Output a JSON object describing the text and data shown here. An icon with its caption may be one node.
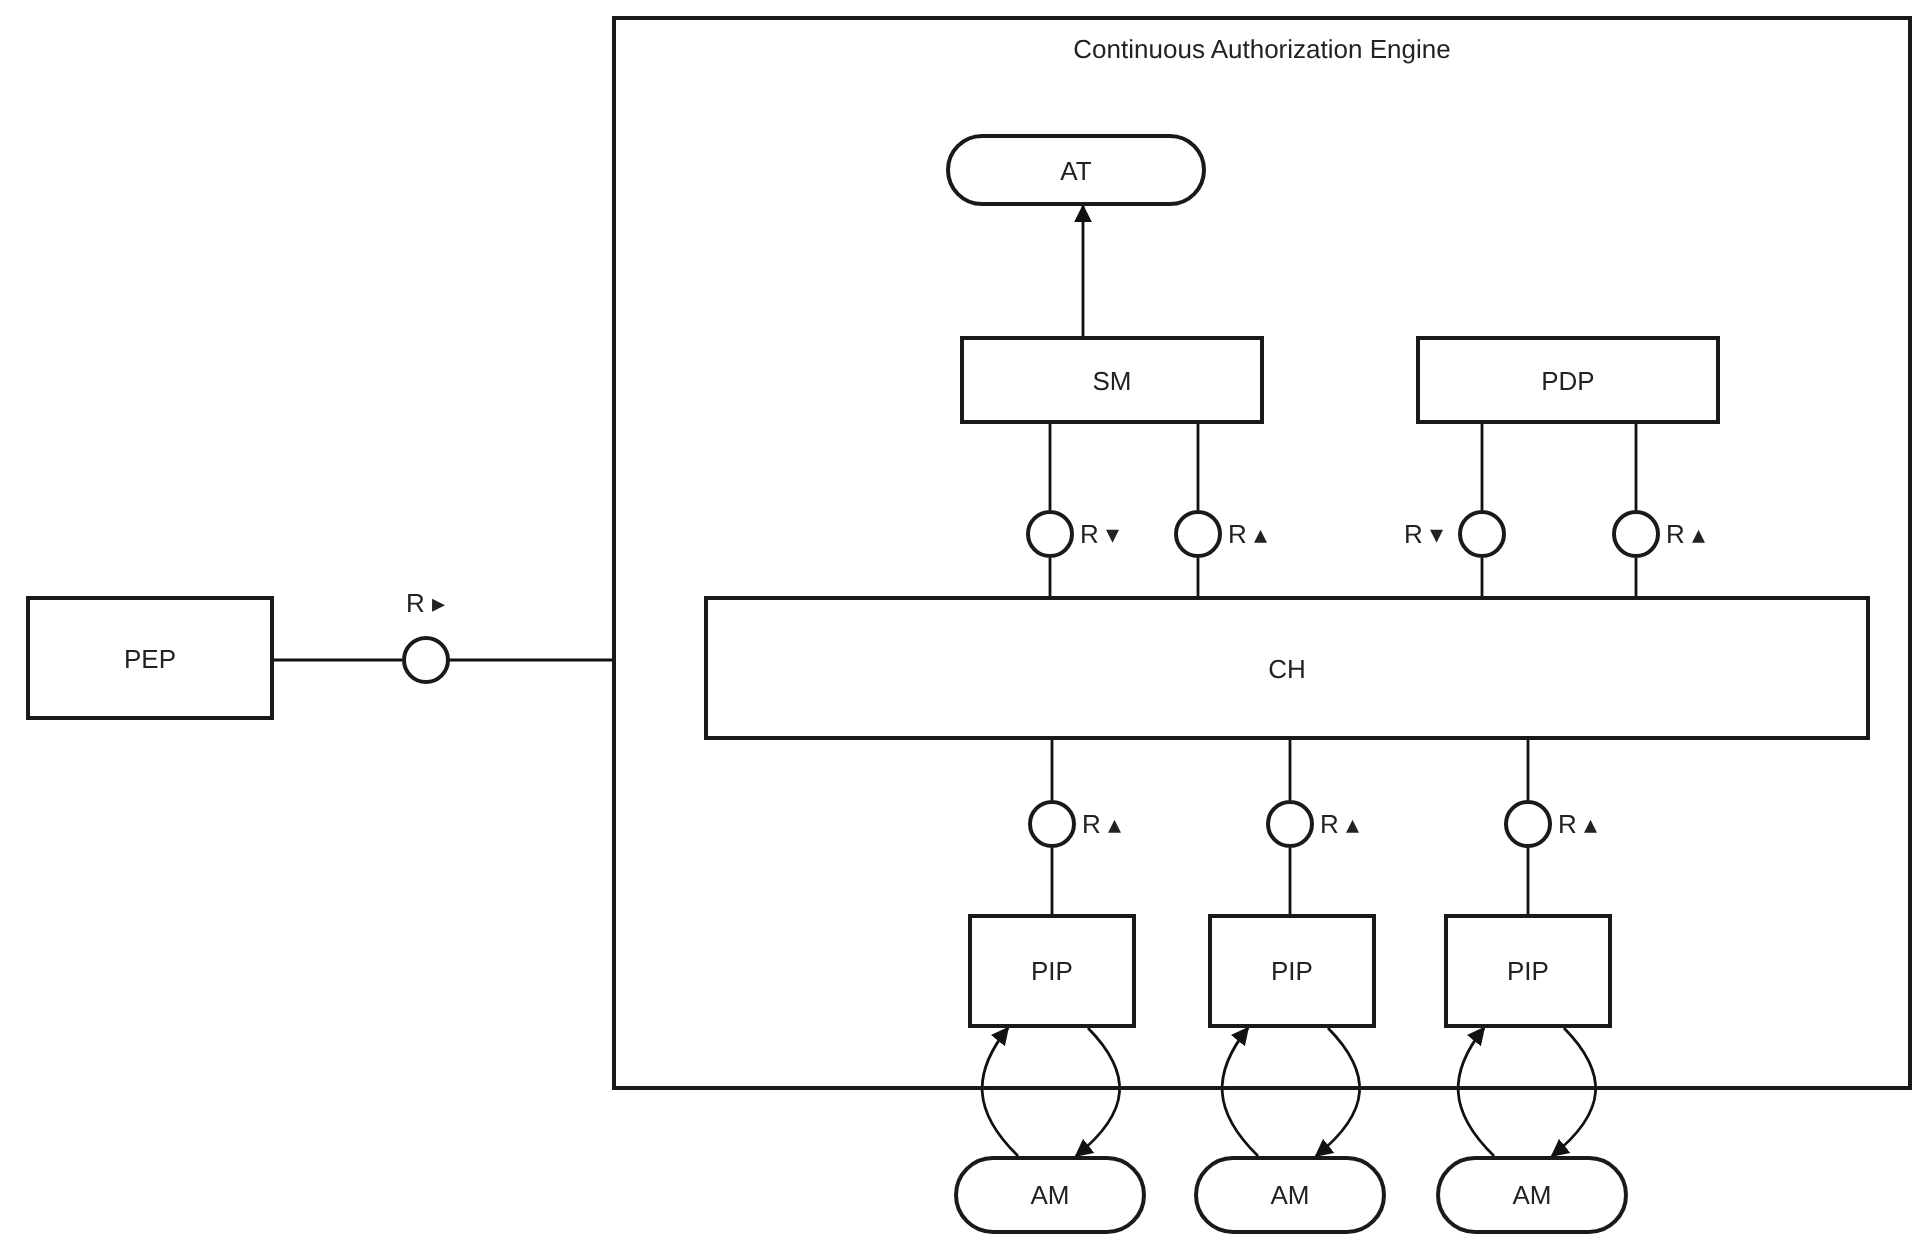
{
  "diagram": {
    "nodes": [
      {
        "text": [
          "Continuous Authorization Engine"
        ]
      },
      {
        "text": [
          "AT"
        ],
        "in": 0
      },
      {
        "text": [
          "SM"
        ],
        "in": 0
      },
      {
        "text": [
          "PDP"
        ],
        "in": 0
      },
      {
        "text": [],
        "shape": "circle",
        "in": 0,
        "beside": [
          "R ▾"
        ]
      },
      {
        "text": [],
        "shape": "circle",
        "in": 0,
        "beside": [
          "R ▴"
        ]
      },
      {
        "text": [],
        "shape": "circle",
        "in": 0,
        "beside": [
          "R ▾"
        ]
      },
      {
        "text": [],
        "shape": "circle",
        "in": 0,
        "beside": [
          "R ▴"
        ]
      },
      {
        "text": [
          "PEP"
        ]
      },
      {
        "text": [],
        "shape": "circle",
        "beside": [
          "R ▸"
        ]
      },
      {
        "text": [
          "CH"
        ],
        "in": 0
      },
      {
        "text": [],
        "shape": "circle",
        "in": 0,
        "beside": [
          "R ▴"
        ]
      },
      {
        "text": [],
        "shape": "circle",
        "in": 0,
        "beside": [
          "R ▴"
        ]
      },
      {
        "text": [],
        "shape": "circle",
        "in": 0,
        "beside": [
          "R ▴"
        ]
      },
      {
        "text": [
          "PIP"
        ],
        "in": 0
      },
      {
        "text": [
          "PIP"
        ],
        "in": 0
      },
      {
        "text": [
          "PIP"
        ],
        "in": 0
      },
      {
        "text": [
          "AM"
        ]
      },
      {
        "text": [
          "AM"
        ]
      },
      {
        "text": [
          "AM"
        ]
      }
    ],
    "edges": [
      {
        "from": 2,
        "to": 1,
        "arrow": "to"
      },
      {
        "from": 2,
        "to": 4,
        "arrow": "none"
      },
      {
        "from": 4,
        "to": 10,
        "arrow": "none"
      },
      {
        "from": 2,
        "to": 5,
        "arrow": "none"
      },
      {
        "from": 5,
        "to": 10,
        "arrow": "none"
      },
      {
        "from": 3,
        "to": 6,
        "arrow": "none"
      },
      {
        "from": 6,
        "to": 10,
        "arrow": "none"
      },
      {
        "from": 3,
        "to": 7,
        "arrow": "none"
      },
      {
        "from": 7,
        "to": 10,
        "arrow": "none"
      },
      {
        "from": 8,
        "to": 9,
        "arrow": "none"
      },
      {
        "from": 9,
        "to": 0,
        "arrow": "none"
      },
      {
        "from": 10,
        "to": 11,
        "arrow": "none"
      },
      {
        "from": 11,
        "to": 14,
        "arrow": "none"
      },
      {
        "from": 10,
        "to": 12,
        "arrow": "none"
      },
      {
        "from": 12,
        "to": 15,
        "arrow": "none"
      },
      {
        "from": 10,
        "to": 13,
        "arrow": "none"
      },
      {
        "from": 13,
        "to": 16,
        "arrow": "none"
      },
      {
        "from": 17,
        "to": 14,
        "arrow": "to"
      },
      {
        "from": 14,
        "to": 17,
        "arrow": "to"
      },
      {
        "from": 18,
        "to": 15,
        "arrow": "to"
      },
      {
        "from": 15,
        "to": 18,
        "arrow": "to"
      },
      {
        "from": 19,
        "to": 16,
        "arrow": "to"
      },
      {
        "from": 16,
        "to": 19,
        "arrow": "to"
      }
    ]
  }
}
